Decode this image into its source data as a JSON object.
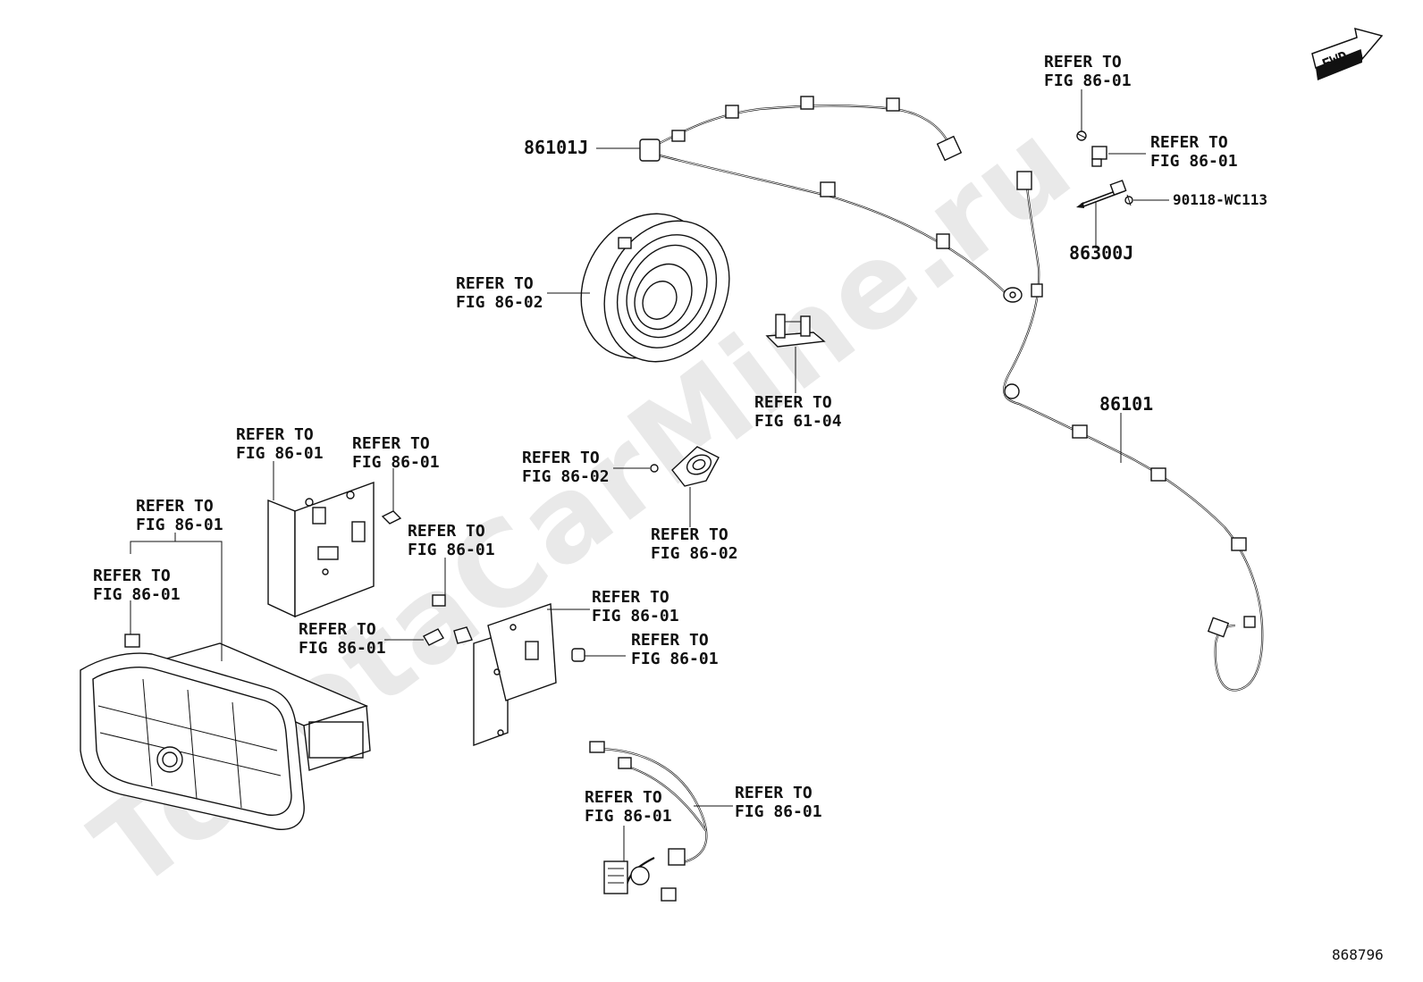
{
  "watermark": "ToyotaCarMine.ru",
  "fwd_label": "FWD",
  "diagram_id": "868796",
  "labels": {
    "ref_top_right_1": [
      "REFER TO",
      "FIG 86-01"
    ],
    "ref_top_right_2": [
      "REFER TO",
      "FIG 86-01"
    ],
    "part_90118": "90118-WC113",
    "part_86300J": "86300J",
    "part_86101J": "86101J",
    "part_86101": "86101",
    "ref_speaker": [
      "REFER TO",
      "FIG 86-02"
    ],
    "ref_bracket_center": [
      "REFER TO",
      "FIG 61-04"
    ],
    "ref_tweeter_screw": [
      "REFER TO",
      "FIG 86-02"
    ],
    "ref_tweeter": [
      "REFER TO",
      "FIG 86-02"
    ],
    "ref_bracket_left_a": [
      "REFER TO",
      "FIG 86-01"
    ],
    "ref_bracket_left_b": [
      "REFER TO",
      "FIG 86-01"
    ],
    "ref_head_unit": [
      "REFER TO",
      "FIG 86-01"
    ],
    "ref_clip_left": [
      "REFER TO",
      "FIG 86-01"
    ],
    "ref_nut": [
      "REFER TO",
      "FIG 86-01"
    ],
    "ref_bracket_right": [
      "REFER TO",
      "FIG 86-01"
    ],
    "ref_screw_left": [
      "REFER TO",
      "FIG 86-01"
    ],
    "ref_spacer": [
      "REFER TO",
      "FIG 86-01"
    ],
    "ref_harness_a": [
      "REFER TO",
      "FIG 86-01"
    ],
    "ref_harness_b": [
      "REFER TO",
      "FIG 86-01"
    ]
  }
}
